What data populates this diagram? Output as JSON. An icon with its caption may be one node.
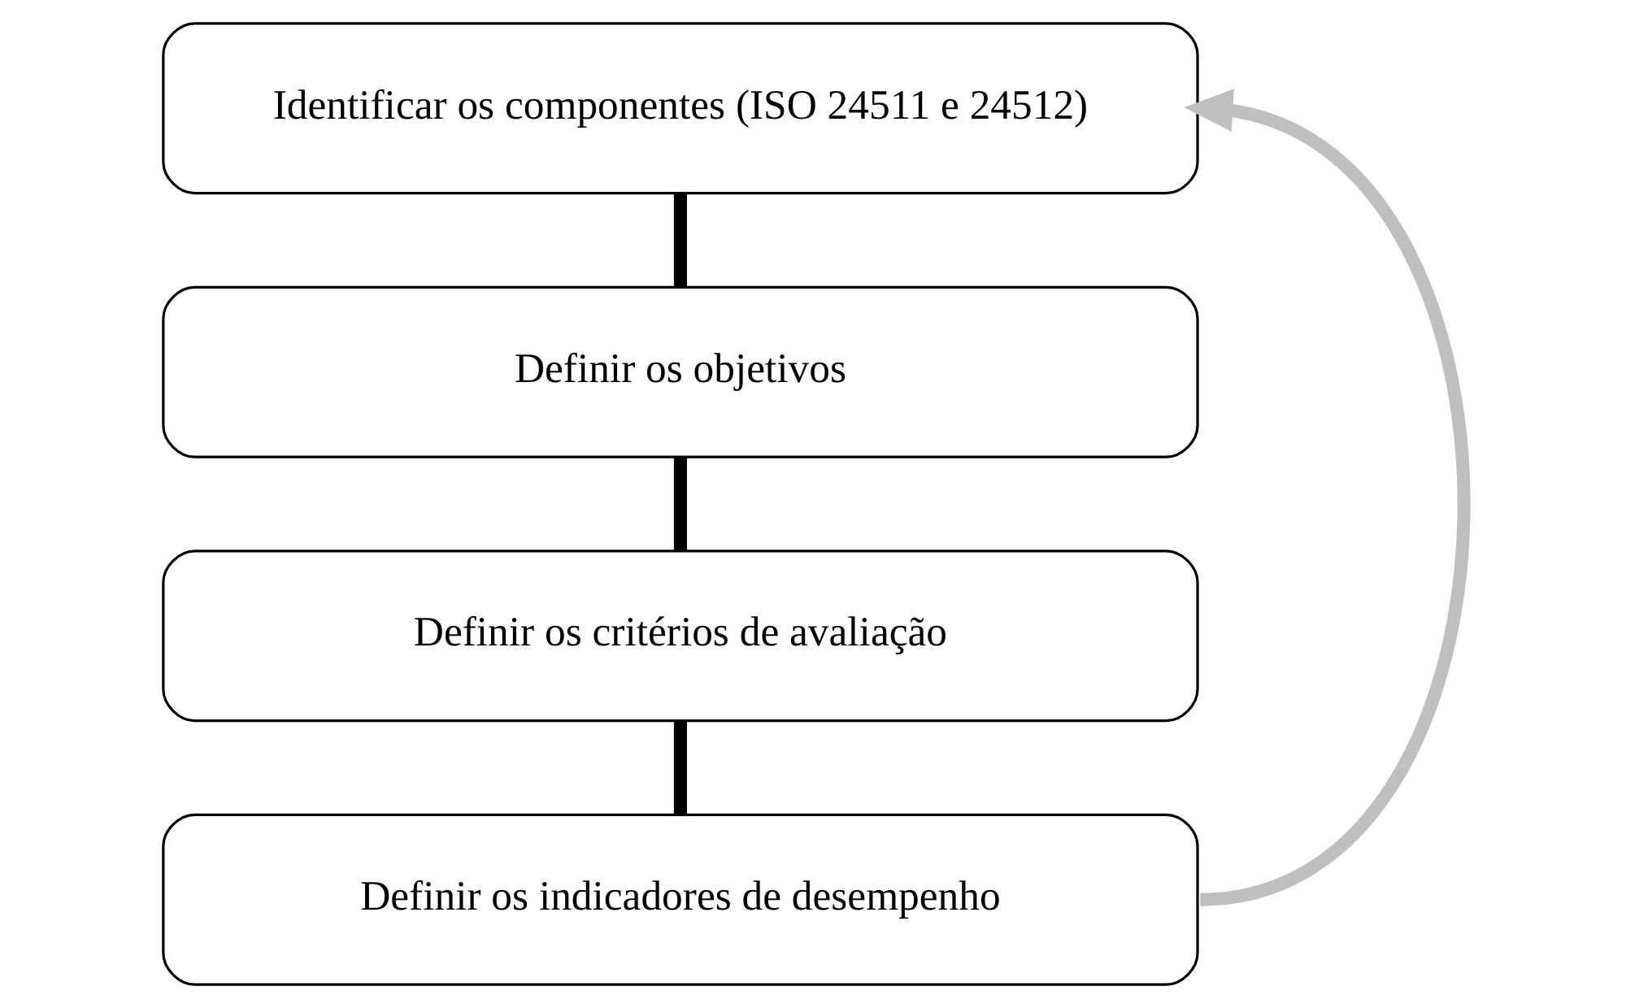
{
  "diagram": {
    "nodes": [
      {
        "text": [
          "Identificar os componentes (ISO 24511 e 24512)"
        ]
      },
      {
        "text": [
          "Definir os objetivos"
        ]
      },
      {
        "text": [
          "Definir os critérios de avaliação"
        ]
      },
      {
        "text": [
          "Definir os indicadores de desempenho"
        ]
      }
    ],
    "edges": [
      {
        "from": 0,
        "to": 1,
        "arrow": "none"
      },
      {
        "from": 1,
        "to": 2,
        "arrow": "none"
      },
      {
        "from": 2,
        "to": 3,
        "arrow": "none"
      },
      {
        "from": 3,
        "to": 0,
        "arrow": "to",
        "color": "#bfbfbf"
      }
    ]
  }
}
